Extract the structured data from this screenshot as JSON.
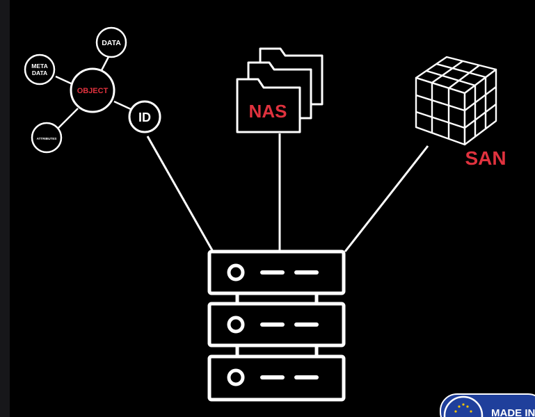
{
  "object_cluster": {
    "center": "OBJECT",
    "data": "DATA",
    "meta_line1": "META",
    "meta_line2": "DATA",
    "attributes": "ATTRIBUTES",
    "id": "ID"
  },
  "nas": {
    "label": "NAS"
  },
  "san": {
    "label": "SAN"
  },
  "badge": {
    "text": "MADE IN"
  },
  "colors": {
    "accent": "#e0323e",
    "line": "#ffffff",
    "background": "#000000",
    "badge": "#1f3f9b"
  }
}
